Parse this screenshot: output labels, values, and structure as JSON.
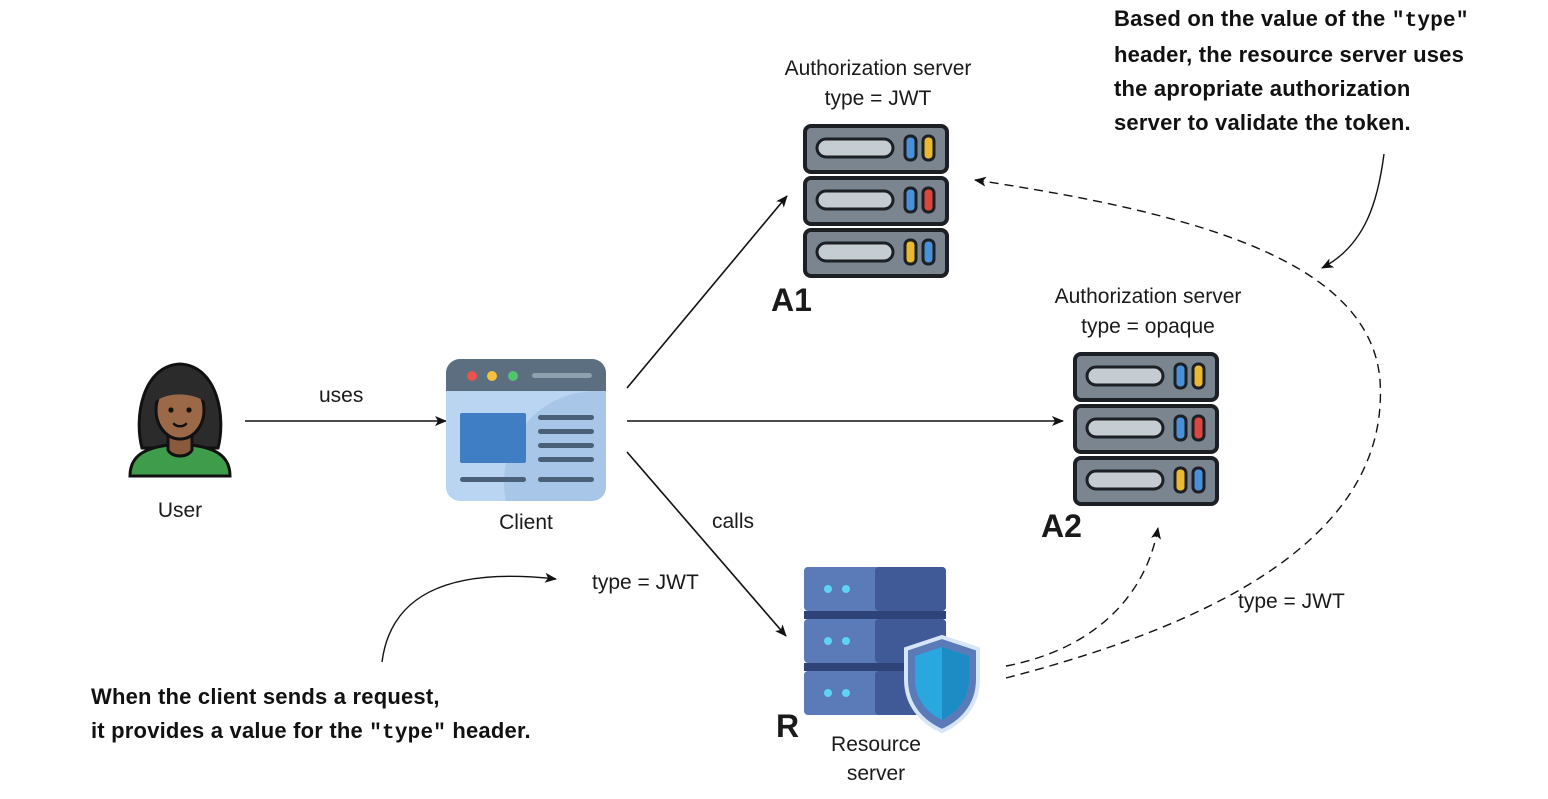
{
  "nodes": {
    "user": {
      "label": "User"
    },
    "client": {
      "label": "Client"
    },
    "auth_server_a1": {
      "title_line1": "Authorization server",
      "title_line2": "type = JWT",
      "tag": "A1"
    },
    "auth_server_a2": {
      "title_line1": "Authorization server",
      "title_line2": "type = opaque",
      "tag": "A2"
    },
    "resource_server": {
      "tag": "R",
      "label_line1": "Resource",
      "label_line2": "server"
    }
  },
  "edges": {
    "uses": "uses",
    "calls": "calls",
    "client_type": "type = JWT",
    "resource_type": "type = JWT"
  },
  "annotations": {
    "client_note": {
      "line1": "When the client sends a request,",
      "line2_before": "it provides a value for the ",
      "line2_code": "\"type\"",
      "line2_after": " header."
    },
    "server_note": {
      "line1_before": "Based on the value of the ",
      "line1_code": "\"type\"",
      "line2": "header, the resource server uses",
      "line3": "the apropriate authorization",
      "line4": "server to validate the token."
    }
  },
  "colors": {
    "server_body": "#7a8590",
    "server_outline": "#1c1f24",
    "led_blue": "#4a90d9",
    "led_yellow": "#e8b931",
    "led_red": "#d9473f",
    "resource_blue": "#4d6aa8",
    "shield_blue": "#29a8e0",
    "browser_bg": "#b8d4f0",
    "user_shirt": "#3f9c4a"
  }
}
